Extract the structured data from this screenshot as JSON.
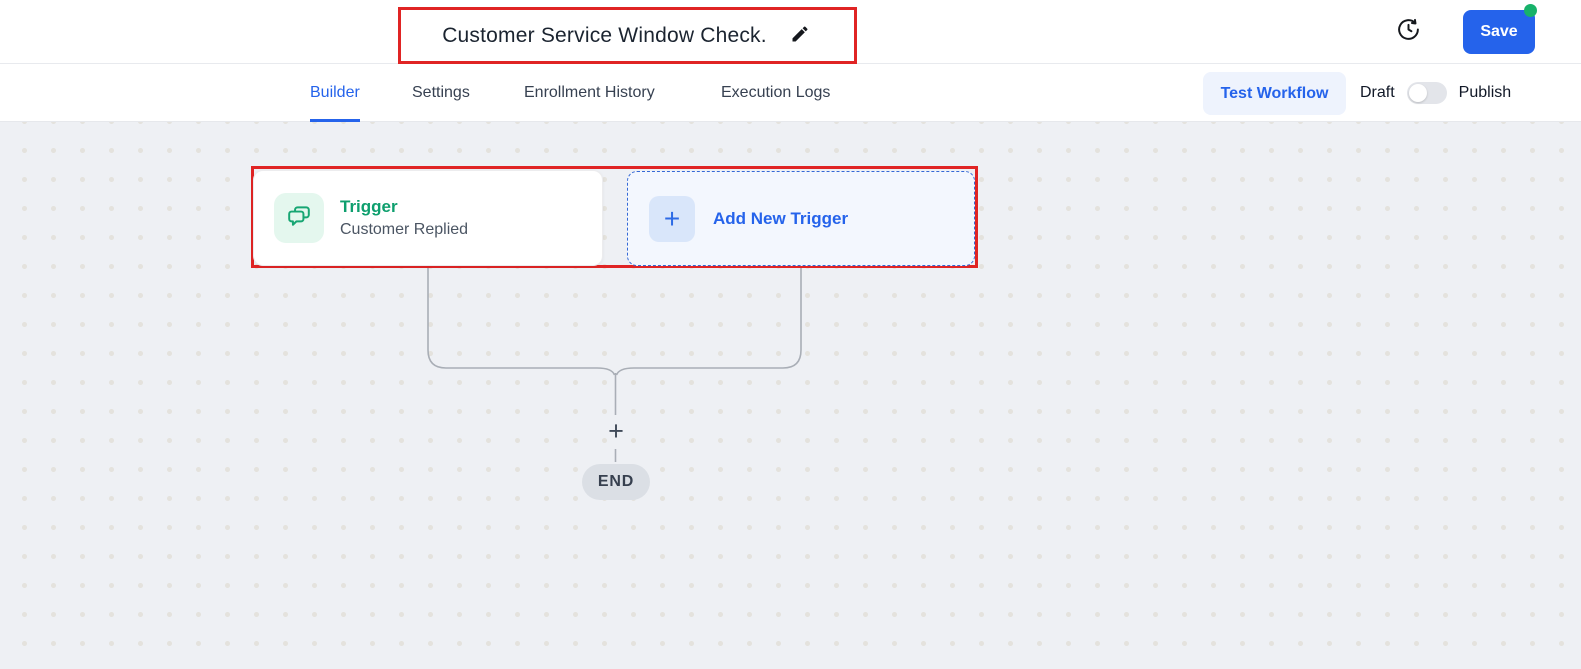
{
  "header": {
    "title": "Customer Service Window Check.",
    "save_label": "Save"
  },
  "tabs": {
    "items": [
      {
        "label": "Builder",
        "active": true
      },
      {
        "label": "Settings",
        "active": false
      },
      {
        "label": "Enrollment History",
        "active": false
      },
      {
        "label": "Execution Logs",
        "active": false
      }
    ]
  },
  "toolbar": {
    "test_workflow_label": "Test Workflow",
    "draft_label": "Draft",
    "publish_label": "Publish",
    "publish_toggle_state": "off"
  },
  "workflow_status": "Draft",
  "canvas": {
    "trigger_node": {
      "title": "Trigger",
      "subtitle": "Customer Replied"
    },
    "add_trigger_node": {
      "plus": "+",
      "label": "Add New Trigger"
    },
    "add_action_plus": "+",
    "end_label": "END"
  },
  "icons": {
    "edit": "pencil-icon",
    "history": "clock-history-icon",
    "trigger": "chat-bubbles-icon",
    "add": "plus-icon"
  },
  "colors": {
    "accent": "#2563eb",
    "green": "#0e9f6e",
    "annotation": "#e02424",
    "dot-badge": "#17b26a",
    "canvas-bg": "#eef0f4",
    "canvas-dot": "#e4e2dd"
  }
}
